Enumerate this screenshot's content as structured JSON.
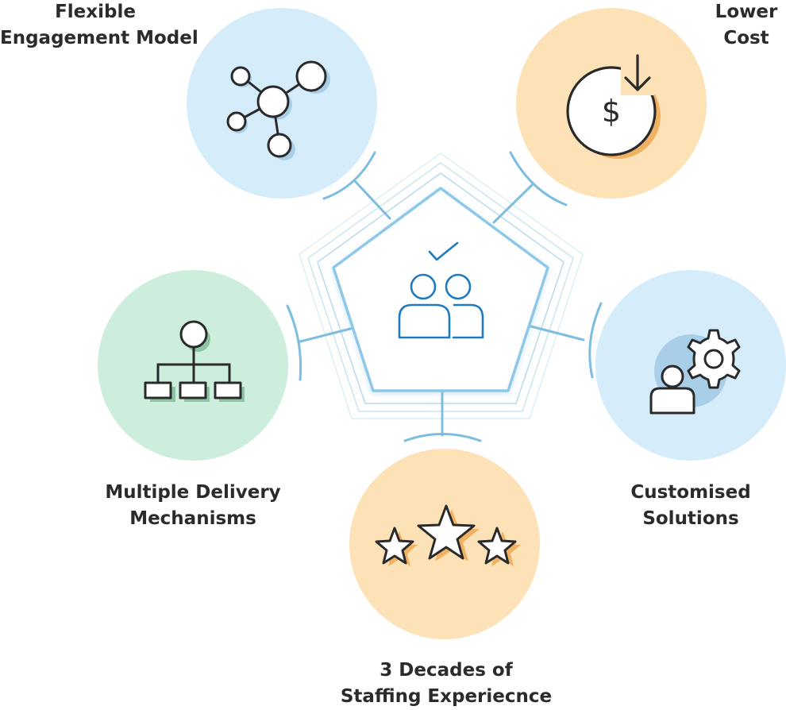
{
  "colors": {
    "blue_fill": "#d5ecfb",
    "orange_fill": "#fde2b8",
    "green_fill": "#cdeedd",
    "connector": "#7cbde0",
    "icon_stroke": "#2a2a2a",
    "icon_shadow_blue": "#a9cfe8",
    "icon_shadow_orange": "#f0b262",
    "icon_shadow_green": "#8cc5a4",
    "center_icon": "#1f7bbf",
    "text": "#2b2b2b"
  },
  "center": {
    "icon": "team-check-icon"
  },
  "nodes": [
    {
      "id": "flexible",
      "icon": "network-nodes-icon",
      "fill": "blue",
      "lines": [
        "Flexible",
        "Engagement Model"
      ]
    },
    {
      "id": "lower-cost",
      "icon": "dollar-down-icon",
      "fill": "orange",
      "lines": [
        "Lower",
        "Cost"
      ]
    },
    {
      "id": "customised",
      "icon": "user-gear-icon",
      "fill": "blue",
      "lines": [
        "Customised",
        "Solutions"
      ]
    },
    {
      "id": "decades",
      "icon": "three-stars-icon",
      "fill": "orange",
      "lines": [
        "3 Decades of",
        "Staffing Experiecnce"
      ]
    },
    {
      "id": "delivery",
      "icon": "org-chart-icon",
      "fill": "green",
      "lines": [
        "Multiple Delivery",
        "Mechanisms"
      ]
    }
  ]
}
